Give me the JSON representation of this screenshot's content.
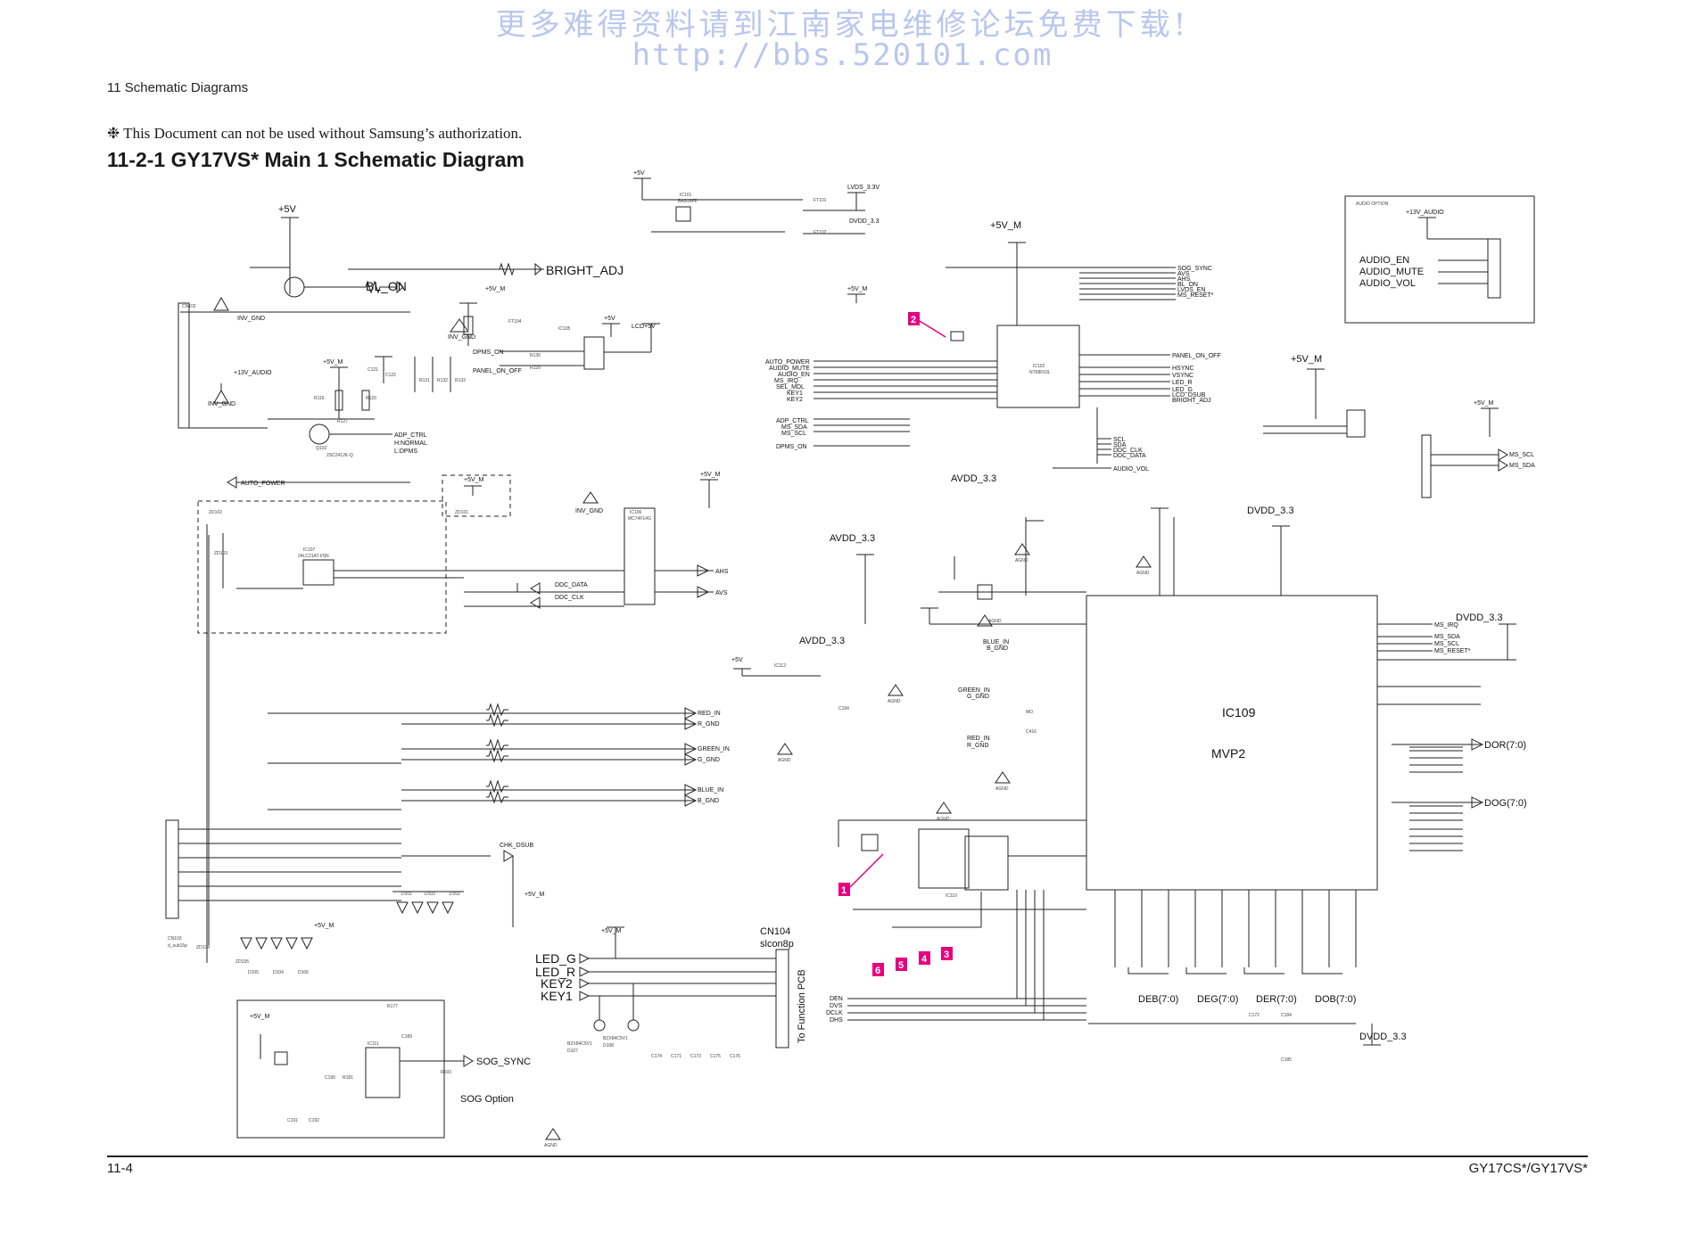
{
  "watermark": {
    "line1": "更多难得资料请到江南家电维修论坛免费下载!",
    "line2": "http://bbs.520101.com"
  },
  "header": {
    "section": "11 Schematic Diagrams",
    "notice": "❉ This Document can not be used without Samsung’s authorization.",
    "title": "11-2-1 GY17VS* Main 1 Schematic Diagram"
  },
  "footer": {
    "page": "11-4",
    "model": "GY17CS*/GY17VS*"
  },
  "schematic": {
    "rails": {
      "v5_1": "+5V",
      "v5_2": "+5V",
      "v5_3": "+5V",
      "v5_4": "+5V",
      "v5m_1": "+5V_M",
      "v5m_2": "+5V_M",
      "v5m_3": "+5V_M",
      "v5m_4": "+5V_M",
      "v5m_5": "+5V_M",
      "v5m_6": "+5V_M",
      "v5m_7": "+5V_M",
      "v5m_8": "+5V_M",
      "v13_1": "+13V_AUDIO",
      "v13_2": "+13V_AUDIO",
      "lvds": "LVDS_3.3V",
      "dvdd_1": "DVDD_3.3",
      "dvdd_2": "DVDD_3.3",
      "dvdd_3": "DVDD_3.3",
      "dvdd_4": "DVDD_3.3",
      "avdd_1": "AVDD_3.3",
      "avdd_2": "AVDD_3.3",
      "avdd_3": "AVDD_3.3",
      "lcd5": "LCD+5V"
    },
    "signals": {
      "bl_on": "BL_ON",
      "bright_adj": "BRIGHT_ADJ",
      "inv_gnd_1": "INV_GND",
      "inv_gnd_2": "INV_GND",
      "inv_gnd_3": "INV_GND",
      "inv_gnd_4": "INV_GND",
      "dpms_on": "DPMS_ON",
      "panel_on_off": "PANEL_ON_OFF",
      "panel_on_off2": "PANEL_ON_OFF",
      "adp_ctrl": "ADP_CTRL",
      "hnormal": "H:NORMAL",
      "ldpms": "L:DPMS",
      "auto_power_1": "AUTO_POWER",
      "auto_power_2": "AUTO_POWER",
      "audio_mute_l": "AUDIO_MUTE",
      "audio_en_l": "AUDIO_EN",
      "ms_irq_l": "MS_IRQ",
      "sel_mdl": "SEL_MDL",
      "key1_l": "KEY1",
      "key2_l": "KEY2",
      "adp_ctrl2": "ADP_CTRL",
      "ms_sda_l": "MS_SDA",
      "ms_scl_l": "MS_SCL",
      "dpms_on2": "DPMS_ON",
      "sog_sync_r": "SOG_SYNC",
      "avs_r": "AVS",
      "ahs_r": "AHS",
      "bl_on_r": "BL_ON",
      "lvds_en": "LVDS_EN",
      "ms_reset_r": "MS_RESET*",
      "hsync": "HSYNC",
      "vsync": "VSYNC",
      "led_r_r": "LED_R",
      "led_g_r": "LED_G",
      "lcd_dsub": "LCD_DSUB",
      "bright_adj2": "BRIGHT_ADJ",
      "scl": "SCL",
      "sda": "SDA",
      "ddc_clk": "DDC_CLK",
      "ddc_data": "DDC_DATA",
      "audio_vol_r": "AUDIO_VOL",
      "ddc_data2": "DDC_DATA",
      "ddc_clk2": "DDC_CLK",
      "ahs": "AHS",
      "avs": "AVS",
      "red_in": "RED_IN",
      "r_gnd": "R_GND",
      "green_in": "GREEN_IN",
      "g_gnd": "G_GND",
      "blue_in": "BLUE_IN",
      "b_gnd": "B_GND",
      "chk_dsub": "CHK_DSUB",
      "blue_in2": "BLUE_IN",
      "b_gnd2": "B_GND",
      "green_in2": "GREEN_IN",
      "g_gnd2": "G_GND",
      "red_in2": "RED_IN",
      "r_gnd2": "R_GND",
      "agnd_1": "AGND",
      "agnd_2": "AGND",
      "agnd_3": "AGND",
      "agnd_4": "AGND",
      "agnd_5": "AGND",
      "agnd_6": "AGND",
      "agnd_7": "AGND",
      "agnd_8": "AGND",
      "sog_sync": "SOG_SYNC",
      "sog_option": "SOG Option",
      "led_g": "LED_G",
      "led_r": "LED_R",
      "key2": "KEY2",
      "key1": "KEY1",
      "cn104": "CN104",
      "slcon8p": "slcon8p",
      "to_function": "To Function PCB",
      "den": "DEN",
      "dvs": "DVS",
      "dclk": "DCLK",
      "dhs": "DHS",
      "ms_irq_o": "MS_IRQ",
      "ms_sda_o": "MS_SDA",
      "ms_scl_o": "MS_SCL",
      "ms_reset_o": "MS_RESET*",
      "ms_scl_2": "MS_SCL",
      "ms_sda_2": "MS_SDA",
      "dor": "DOR(7:0)",
      "dog": "DOG(7:0)",
      "deb": "DEB(7:0)",
      "deg": "DEG(7:0)",
      "der": "DER(7:0)",
      "dob": "DOB(7:0)",
      "audio_option": "AUDIO OPTION",
      "audio_en": "AUDIO_EN",
      "audio_mute": "AUDIO_MUTE",
      "audio_vol": "AUDIO_VOL"
    },
    "parts": {
      "ic109": "IC109",
      "mvp2": "MVP2",
      "ic102": "IC102",
      "nt68f63l": "NT68F63L",
      "ic106": "IC106",
      "mc74f1403": "MC74F14G",
      "ic107": "IC107",
      "c24lc21": "24LC21AT-I/SN",
      "ic105": "IC105",
      "ic110": "IC110",
      "ic111": "IC111",
      "ic112": "IC112",
      "q102": "Q102",
      "q102p": "2SC2412K-Q",
      "cn102": "CN102",
      "cn103": "CN103",
      "cn103p": "d_sub15p",
      "r116": "R116",
      "r120": "R120",
      "r127": "R127",
      "c121": "C121",
      "c122": "C122",
      "r131": "R131",
      "r132": "R132",
      "r133": "R133",
      "r130": "R130",
      "r129": "R129",
      "ft104": "FT104",
      "ft101": "FT101",
      "ft102": "FT102",
      "ic101": "IC101",
      "ic101p": "BAS16FF",
      "zd102": "ZD102",
      "zd103": "ZD103",
      "zd101": "ZD101",
      "zd104": "ZD104",
      "zd105": "ZD105",
      "d105": "D105",
      "d104": "D104",
      "d106": "D106",
      "d101": "D101",
      "d103": "D103",
      "d102": "D102",
      "c174": "C174",
      "c171": "C171",
      "c173": "C173",
      "c175": "C175",
      "c176": "C176",
      "bzx1": "BZX84C5V1",
      "bzx2": "BZX84C5V1",
      "d107": "D107",
      "d108": "D108",
      "r177": "R177",
      "c189": "C189",
      "c190": "C190",
      "r181": "R181",
      "c191": "C191",
      "c192": "C192",
      "r193": "R193",
      "mo": "MO",
      "c416": "C416",
      "c194": "C194",
      "c172": "C172",
      "c184": "C184",
      "c185": "C185"
    },
    "markers": [
      "1",
      "2",
      "3",
      "4",
      "5",
      "6"
    ]
  }
}
